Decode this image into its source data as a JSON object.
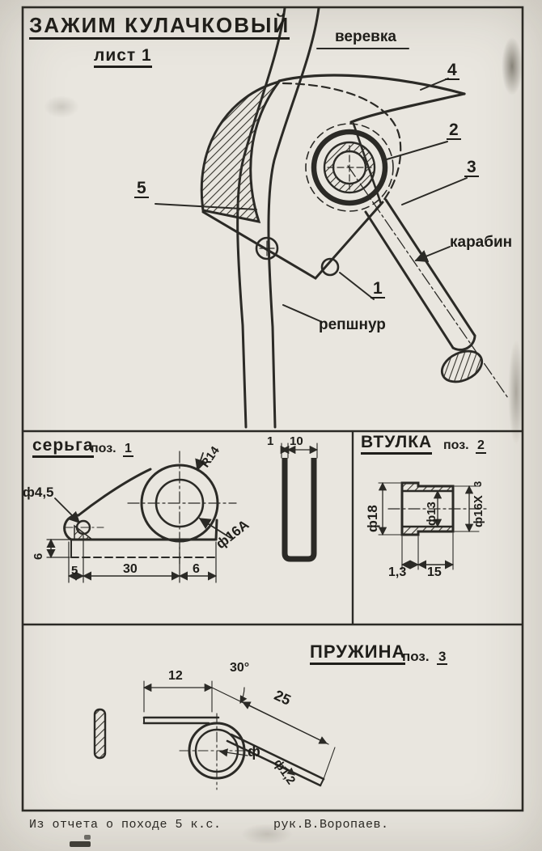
{
  "page": {
    "title": "ЗАЖИМ КУЛАЧКОВЫЙ",
    "sheet": "лист 1",
    "caption_source": "Из отчета о походе 5 к.с.",
    "caption_author": "рук.В.Воропаев."
  },
  "assembly": {
    "rope": "веревка",
    "carabiner": "карабин",
    "cord": "репшнур",
    "parts": {
      "p1": "1",
      "p2": "2",
      "p3": "3",
      "p4": "4",
      "p5": "5"
    }
  },
  "shackle": {
    "title": "серьга",
    "pos_label": "поз.",
    "pos_num": "1",
    "dims": {
      "radius": "R14",
      "wall": "1",
      "channel": "10",
      "hole_small": "ф4,5",
      "hole_big": "ф16А",
      "height": "6",
      "d1": "5",
      "d2": "30",
      "d3": "6"
    }
  },
  "bushing": {
    "title": "ВТУЛКА",
    "pos_label": "поз.",
    "pos_num": "2",
    "dims": {
      "outer": "ф18",
      "bore": "ф13",
      "fit": "ф16Х",
      "fit_sup": "3",
      "l1": "1,3",
      "l2": "15"
    }
  },
  "spring": {
    "title": "ПРУЖИНА",
    "pos_label": "поз.",
    "pos_num": "3",
    "dims": {
      "leg": "12",
      "angle": "30°",
      "arm": "25",
      "coil": "ф",
      "wire": "ф1,2"
    }
  }
}
